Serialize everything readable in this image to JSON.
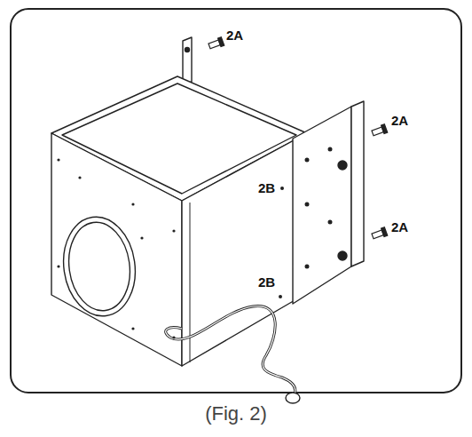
{
  "diagram": {
    "caption": "(Fig. 2)",
    "labels": [
      "2A",
      "2A",
      "2A",
      "2B",
      "2B"
    ]
  }
}
